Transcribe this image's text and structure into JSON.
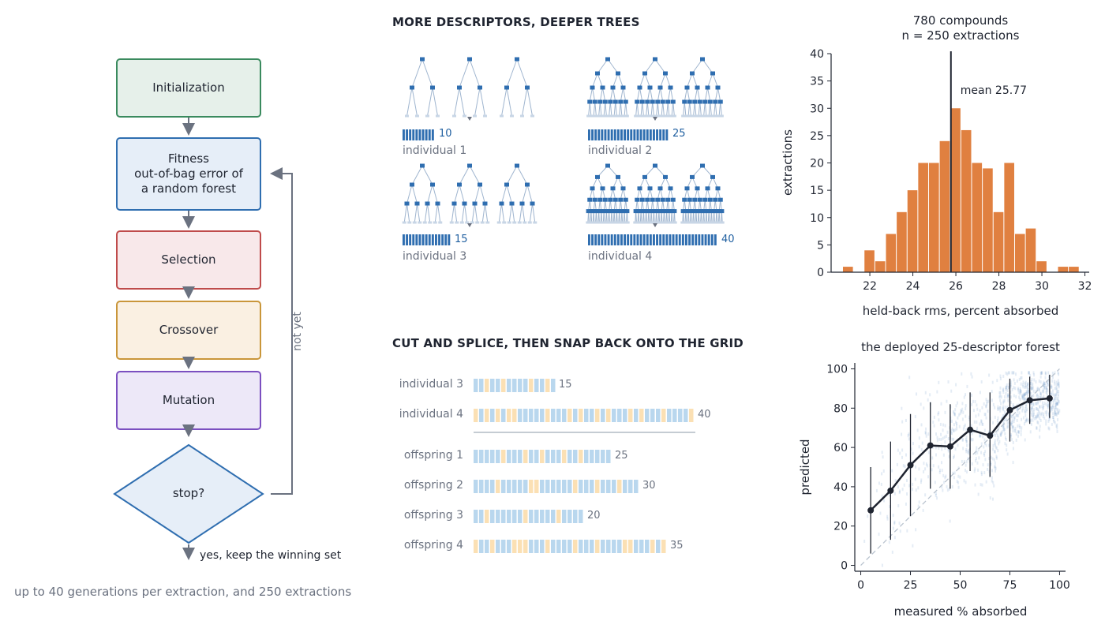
{
  "flowchart": {
    "steps": [
      {
        "label": "Initialization",
        "fill": "#e6f0ea",
        "stroke": "#3a8a5e"
      },
      {
        "label": "Fitness\nout-of-bag error of\na random forest",
        "fill": "#e6eef8",
        "stroke": "#2f6eb0"
      },
      {
        "label": "Selection",
        "fill": "#f8e8ea",
        "stroke": "#bf4b4b"
      },
      {
        "label": "Crossover",
        "fill": "#faf0e2",
        "stroke": "#c9963a"
      },
      {
        "label": "Mutation",
        "fill": "#ede8f8",
        "stroke": "#7b4fc0"
      }
    ],
    "decision": "stop?",
    "loop_label": "not yet",
    "exit_label": "yes, keep the winning set",
    "footer": "up to 40 generations per extraction, and 250 extractions"
  },
  "trees_panel": {
    "title": "MORE DESCRIPTORS, DEEPER TREES",
    "individuals": [
      {
        "label": "individual 1",
        "count": 10,
        "depth": 2
      },
      {
        "label": "individual 2",
        "count": 25,
        "depth": 4
      },
      {
        "label": "individual 3",
        "count": 15,
        "depth": 3
      },
      {
        "label": "individual 4",
        "count": 40,
        "depth": 5
      }
    ]
  },
  "splice_panel": {
    "title": "CUT AND SPLICE, THEN SNAP BACK ONTO THE GRID",
    "parents": [
      {
        "label": "individual 3",
        "count": 15
      },
      {
        "label": "individual 4",
        "count": 40
      }
    ],
    "offspring": [
      {
        "label": "offspring 1",
        "count": 25
      },
      {
        "label": "offspring 2",
        "count": 30
      },
      {
        "label": "offspring 3",
        "count": 20
      },
      {
        "label": "offspring 4",
        "count": 35
      }
    ],
    "colors": {
      "from_ind3": "#b9d7ee",
      "from_ind4": "#fbe0b4"
    }
  },
  "chart_data": [
    {
      "type": "bar",
      "title": "780 compounds\nn = 250 extractions",
      "xlabel": "held-back rms, percent absorbed",
      "ylabel": "extractions",
      "xlim": [
        20.2,
        32.2
      ],
      "ylim": [
        0,
        40
      ],
      "xticks": [
        22,
        24,
        26,
        28,
        30,
        32
      ],
      "yticks": [
        0,
        5,
        10,
        15,
        20,
        25,
        30,
        35,
        40
      ],
      "bin_width": 0.5,
      "bin_starts": [
        20.75,
        21.25,
        21.75,
        22.25,
        22.75,
        23.25,
        23.75,
        24.25,
        24.75,
        25.25,
        25.75,
        26.25,
        26.75,
        27.25,
        27.75,
        28.25,
        28.75,
        29.25,
        29.75,
        30.25,
        30.75,
        31.25
      ],
      "values": [
        1,
        0,
        4,
        2,
        7,
        11,
        15,
        20,
        20,
        24,
        30,
        26,
        20,
        19,
        11,
        20,
        7,
        8,
        2,
        0,
        1,
        1
      ],
      "bar_color": "#e08040",
      "mean": 25.77,
      "mean_label": "mean 25.77"
    },
    {
      "type": "scatter",
      "title": "the deployed 25-descriptor forest",
      "xlabel": "measured % absorbed",
      "ylabel": "predicted",
      "xlim": [
        -3,
        103
      ],
      "ylim": [
        -3,
        103
      ],
      "xticks": [
        0,
        25,
        50,
        75,
        100
      ],
      "yticks": [
        0,
        20,
        40,
        60,
        80,
        100
      ],
      "binned_means": {
        "x": [
          5,
          15,
          25,
          35,
          45,
          55,
          65,
          75,
          85,
          95
        ],
        "y": [
          28,
          38,
          51,
          61,
          60.5,
          69,
          66,
          79,
          84,
          85
        ],
        "err_low": [
          6,
          13,
          25,
          39,
          39,
          48,
          45,
          63,
          72,
          75
        ],
        "err_high": [
          50,
          63,
          77,
          83,
          82,
          88,
          88,
          95,
          96,
          97
        ]
      },
      "identity_line": true,
      "point_color": "#2f6eb0",
      "line_color": "#1f2430"
    }
  ]
}
